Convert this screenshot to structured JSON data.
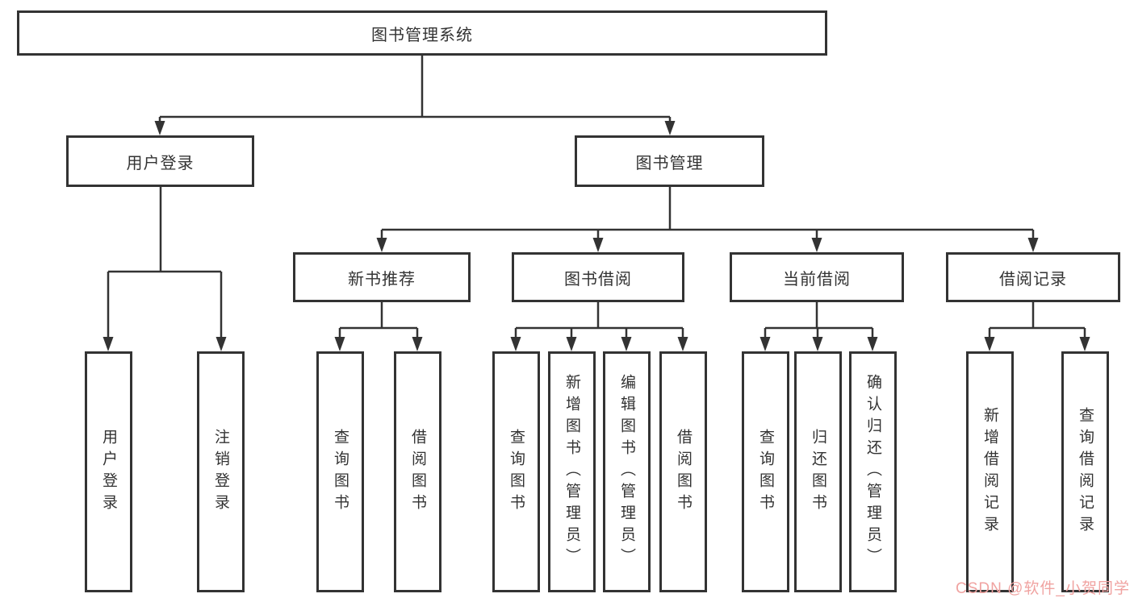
{
  "diagram": {
    "root": {
      "label": "图书管理系统"
    },
    "level2": [
      {
        "label": "用户登录",
        "parent": "图书管理系统"
      },
      {
        "label": "图书管理",
        "parent": "图书管理系统"
      }
    ],
    "level3": [
      {
        "label": "新书推荐",
        "parent": "图书管理"
      },
      {
        "label": "图书借阅",
        "parent": "图书管理"
      },
      {
        "label": "当前借阅",
        "parent": "图书管理"
      },
      {
        "label": "借阅记录",
        "parent": "图书管理"
      }
    ],
    "leaves": [
      {
        "label": "用户登录",
        "parent": "用户登录"
      },
      {
        "label": "注销登录",
        "parent": "用户登录"
      },
      {
        "label": "查询图书",
        "parent": "新书推荐"
      },
      {
        "label": "借阅图书",
        "parent": "新书推荐"
      },
      {
        "label": "查询图书",
        "parent": "图书借阅"
      },
      {
        "label": "新增图书（管理员）",
        "parent": "图书借阅"
      },
      {
        "label": "编辑图书（管理员）",
        "parent": "图书借阅"
      },
      {
        "label": "借阅图书",
        "parent": "图书借阅"
      },
      {
        "label": "查询图书",
        "parent": "当前借阅"
      },
      {
        "label": "归还图书",
        "parent": "当前借阅"
      },
      {
        "label": "确认归还（管理员）",
        "parent": "当前借阅"
      },
      {
        "label": "新增借阅记录",
        "parent": "借阅记录"
      },
      {
        "label": "查询借阅记录",
        "parent": "借阅记录"
      }
    ]
  },
  "watermark": {
    "text": "CSDN @软件_小贺同学",
    "color": "#f0a3a1"
  },
  "colors": {
    "line": "#333333",
    "border": "#333333",
    "background": "#ffffff",
    "text": "#333333"
  }
}
